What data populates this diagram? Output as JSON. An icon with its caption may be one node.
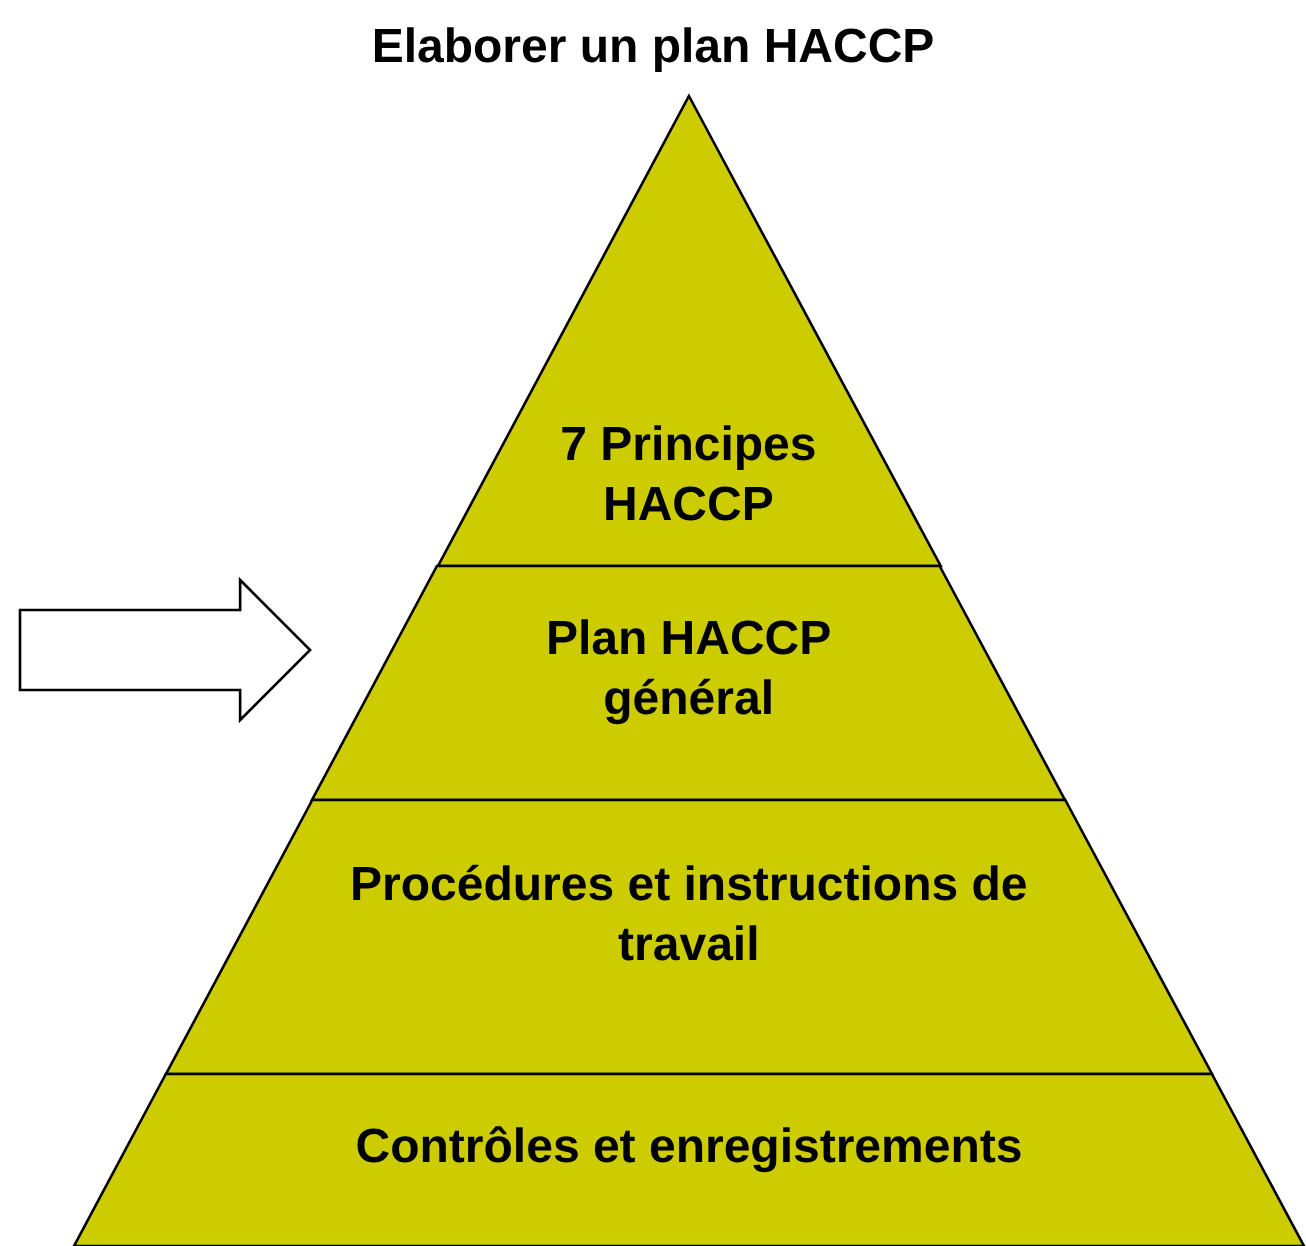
{
  "diagram": {
    "title": "Elaborer un plan HACCP",
    "nodes": [
      {
        "text": [
          "7 Principes HACCP"
        ]
      },
      {
        "text": [
          "Plan HACCP général"
        ]
      },
      {
        "text": [
          "Procédures et instructions de travail"
        ]
      },
      {
        "text": [
          "Contrôles et enregistrements"
        ]
      }
    ],
    "edges": [
      {
        "from": null,
        "to": 1,
        "arrow": "to"
      }
    ]
  }
}
